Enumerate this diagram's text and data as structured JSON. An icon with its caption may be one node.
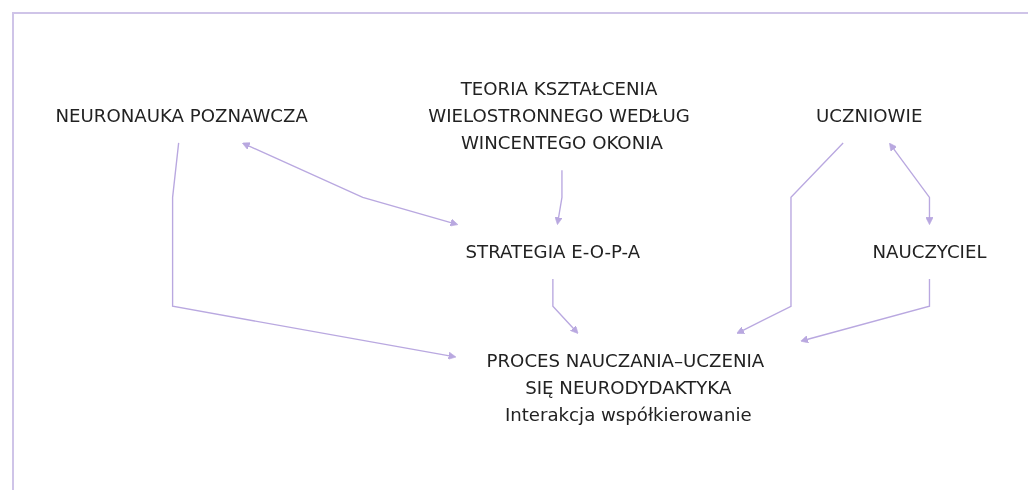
{
  "diagram": {
    "nodes": [
      {
        "text": [
          "NEURONAUKA POZNAWCZA"
        ]
      },
      {
        "text": [
          "STRATEGIA E-O-P-A"
        ]
      },
      {
        "text": [
          "TEORIA KSZTAŁCENIA WIELOSTRONNEGO WEDŁUG WINCENTEGO OKONIA"
        ]
      },
      {
        "text": [
          "PROCES NAUCZANIA–UCZENIA SIĘ NEURODYDAKTYKA",
          "Interakcja współkierowanie"
        ]
      },
      {
        "text": [
          "UCZNIOWIE"
        ]
      },
      {
        "text": [
          "NAUCZYCIEL"
        ]
      }
    ],
    "edges": [
      {
        "from": 0,
        "to": 1,
        "arrow": "both"
      },
      {
        "from": 2,
        "to": 1,
        "arrow": "to"
      },
      {
        "from": 0,
        "to": 3,
        "arrow": "to"
      },
      {
        "from": 1,
        "to": 3,
        "arrow": "to"
      },
      {
        "from": 4,
        "to": 3,
        "arrow": "to"
      },
      {
        "from": 5,
        "to": 3,
        "arrow": "to"
      },
      {
        "from": 4,
        "to": 5,
        "arrow": "both"
      }
    ]
  }
}
